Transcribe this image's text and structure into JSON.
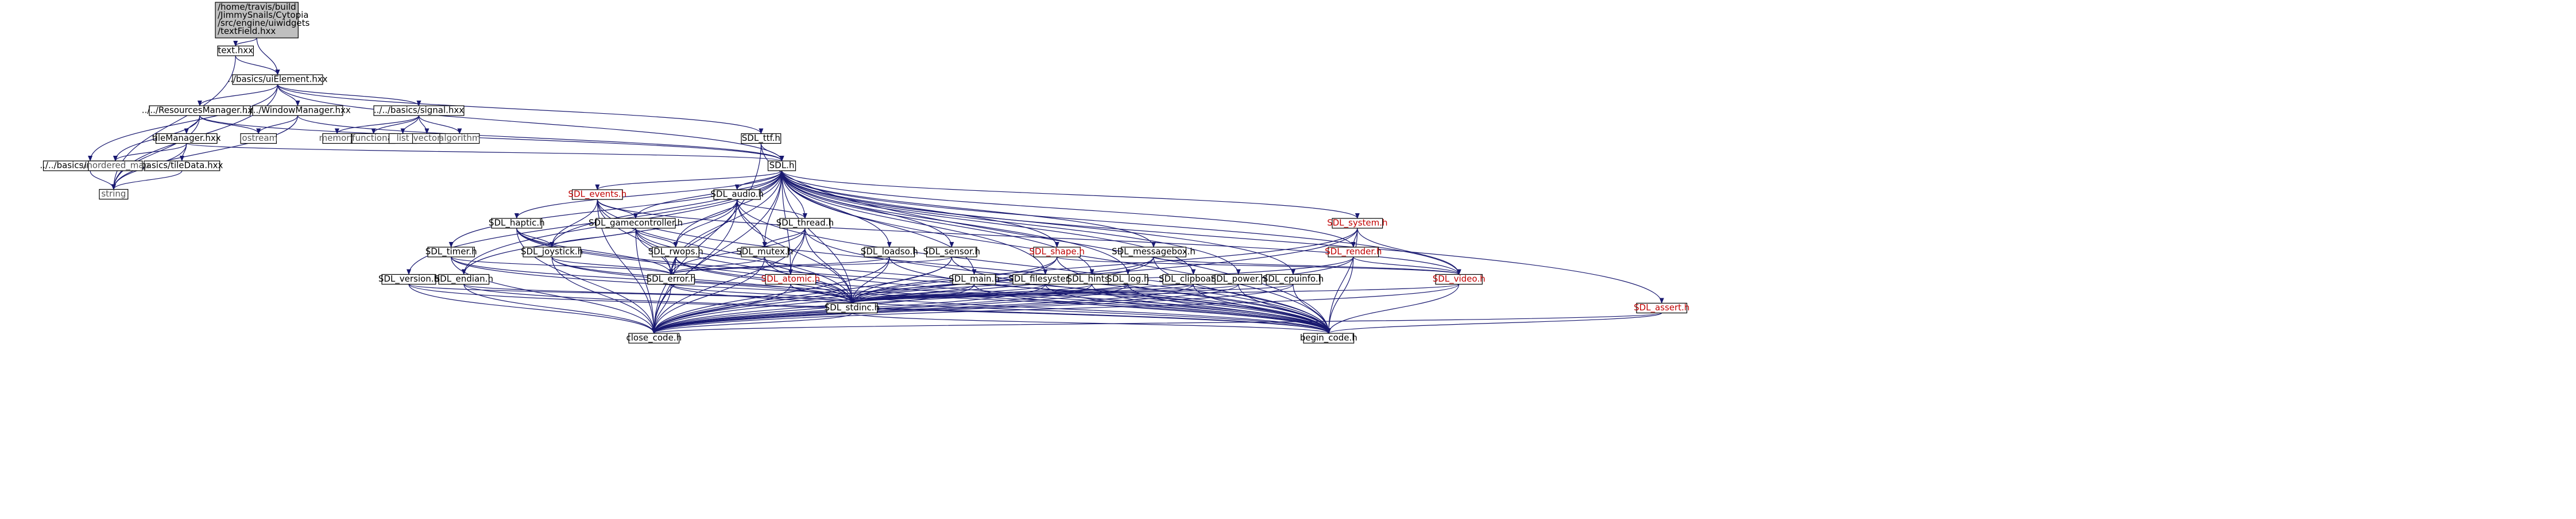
{
  "colors": {
    "edge": "#191970",
    "node_border": "#000000",
    "node_border_missing": "#c0c0c0",
    "root_fill": "#bfbfbf",
    "red_text": "#c00000",
    "ext_text": "#888888"
  },
  "nodes": {
    "root": {
      "lines": [
        "/home/travis/build",
        "/JimmySnails/Cytopia",
        "/src/engine/uiwidgets",
        "/textField.hxx"
      ],
      "fill": "#bfbfbf"
    },
    "text_hxx": {
      "lines": [
        "text.hxx"
      ]
    },
    "uielement": {
      "lines": [
        "../basics/uiElement.hxx"
      ]
    },
    "resmgr": {
      "lines": [
        "../../ResourcesManager.hxx"
      ]
    },
    "windowmgr": {
      "lines": [
        "../../WindowManager.hxx"
      ]
    },
    "signal": {
      "lines": [
        "../../basics/signal.hxx"
      ]
    },
    "sdl_ttf": {
      "lines": [
        "SDL_ttf.h"
      ]
    },
    "mapedit": {
      "lines": [
        "../../basics/mapEdit.hxx"
      ]
    },
    "tilemgr": {
      "lines": [
        "tileManager.hxx"
      ]
    },
    "tiledata": {
      "lines": [
        "basics/tileData.hxx"
      ]
    },
    "unordered_map": {
      "lines": [
        "unordered_map"
      ],
      "ext": true
    },
    "iostream": {
      "lines": [
        "iostream"
      ],
      "ext": true
    },
    "memory": {
      "lines": [
        "memory"
      ],
      "ext": true
    },
    "functional": {
      "lines": [
        "functional"
      ],
      "ext": true
    },
    "list": {
      "lines": [
        "list"
      ],
      "ext": true
    },
    "vector": {
      "lines": [
        "vector"
      ],
      "ext": true
    },
    "algorithm": {
      "lines": [
        "algorithm"
      ],
      "ext": true
    },
    "string": {
      "lines": [
        "string"
      ],
      "ext": true
    },
    "sdl_h": {
      "lines": [
        "SDL.h"
      ]
    },
    "sdl_events": {
      "lines": [
        "SDL_events.h"
      ],
      "red": true
    },
    "sdl_audio": {
      "lines": [
        "SDL_audio.h"
      ]
    },
    "sdl_haptic": {
      "lines": [
        "SDL_haptic.h"
      ]
    },
    "sdl_gamecontroller": {
      "lines": [
        "SDL_gamecontroller.h"
      ]
    },
    "sdl_thread": {
      "lines": [
        "SDL_thread.h"
      ]
    },
    "sdl_system": {
      "lines": [
        "SDL_system.h"
      ],
      "red": true
    },
    "sdl_timer": {
      "lines": [
        "SDL_timer.h"
      ]
    },
    "sdl_joystick": {
      "lines": [
        "SDL_joystick.h"
      ]
    },
    "sdl_rwops": {
      "lines": [
        "SDL_rwops.h"
      ]
    },
    "sdl_mutex": {
      "lines": [
        "SDL_mutex.h"
      ]
    },
    "sdl_loadso": {
      "lines": [
        "SDL_loadso.h"
      ]
    },
    "sdl_sensor": {
      "lines": [
        "SDL_sensor.h"
      ]
    },
    "sdl_shape": {
      "lines": [
        "SDL_shape.h"
      ],
      "red": true
    },
    "sdl_messagebox": {
      "lines": [
        "SDL_messagebox.h"
      ]
    },
    "sdl_render": {
      "lines": [
        "SDL_render.h"
      ],
      "red": true
    },
    "sdl_version": {
      "lines": [
        "SDL_version.h"
      ]
    },
    "sdl_endian": {
      "lines": [
        "SDL_endian.h"
      ]
    },
    "sdl_error": {
      "lines": [
        "SDL_error.h"
      ]
    },
    "sdl_atomic": {
      "lines": [
        "SDL_atomic.h"
      ],
      "red": true
    },
    "sdl_main": {
      "lines": [
        "SDL_main.h"
      ]
    },
    "sdl_filesystem": {
      "lines": [
        "SDL_filesystem.h"
      ]
    },
    "sdl_hints": {
      "lines": [
        "SDL_hints.h"
      ]
    },
    "sdl_log": {
      "lines": [
        "SDL_log.h"
      ]
    },
    "sdl_clipboard": {
      "lines": [
        "SDL_clipboard.h"
      ]
    },
    "sdl_power": {
      "lines": [
        "SDL_power.h"
      ]
    },
    "sdl_cpuinfo": {
      "lines": [
        "SDL_cpuinfo.h"
      ]
    },
    "sdl_video": {
      "lines": [
        "SDL_video.h"
      ],
      "red": true
    },
    "sdl_stdinc": {
      "lines": [
        "SDL_stdinc.h"
      ]
    },
    "sdl_assert": {
      "lines": [
        "SDL_assert.h"
      ],
      "red": true
    },
    "close_code": {
      "lines": [
        "close_code.h"
      ]
    },
    "begin_code": {
      "lines": [
        "begin_code.h"
      ]
    }
  },
  "edges": [
    [
      "root",
      "text_hxx"
    ],
    [
      "root",
      "uielement"
    ],
    [
      "text_hxx",
      "uielement"
    ],
    [
      "text_hxx",
      "string"
    ],
    [
      "uielement",
      "resmgr"
    ],
    [
      "uielement",
      "windowmgr"
    ],
    [
      "uielement",
      "signal"
    ],
    [
      "uielement",
      "sdl_ttf"
    ],
    [
      "uielement",
      "mapedit"
    ],
    [
      "uielement",
      "sdl_h"
    ],
    [
      "uielement",
      "string"
    ],
    [
      "resmgr",
      "unordered_map"
    ],
    [
      "resmgr",
      "iostream"
    ],
    [
      "resmgr",
      "tilemgr"
    ],
    [
      "resmgr",
      "sdl_h"
    ],
    [
      "resmgr",
      "string"
    ],
    [
      "windowmgr",
      "iostream"
    ],
    [
      "windowmgr",
      "sdl_h"
    ],
    [
      "windowmgr",
      "string"
    ],
    [
      "signal",
      "memory"
    ],
    [
      "signal",
      "functional"
    ],
    [
      "signal",
      "list"
    ],
    [
      "signal",
      "vector"
    ],
    [
      "signal",
      "algorithm"
    ],
    [
      "sdl_ttf",
      "sdl_h"
    ],
    [
      "sdl_ttf",
      "begin_code"
    ],
    [
      "sdl_ttf",
      "close_code"
    ],
    [
      "mapedit",
      "string"
    ],
    [
      "tilemgr",
      "unordered_map"
    ],
    [
      "tilemgr",
      "tiledata"
    ],
    [
      "tilemgr",
      "string"
    ],
    [
      "tilemgr",
      "sdl_h"
    ],
    [
      "tiledata",
      "string"
    ],
    [
      "sdl_h",
      "sdl_events"
    ],
    [
      "sdl_h",
      "sdl_audio"
    ],
    [
      "sdl_h",
      "sdl_haptic"
    ],
    [
      "sdl_h",
      "sdl_gamecontroller"
    ],
    [
      "sdl_h",
      "sdl_thread"
    ],
    [
      "sdl_h",
      "sdl_system"
    ],
    [
      "sdl_h",
      "sdl_timer"
    ],
    [
      "sdl_h",
      "sdl_joystick"
    ],
    [
      "sdl_h",
      "sdl_rwops"
    ],
    [
      "sdl_h",
      "sdl_mutex"
    ],
    [
      "sdl_h",
      "sdl_loadso"
    ],
    [
      "sdl_h",
      "sdl_sensor"
    ],
    [
      "sdl_h",
      "sdl_shape"
    ],
    [
      "sdl_h",
      "sdl_messagebox"
    ],
    [
      "sdl_h",
      "sdl_render"
    ],
    [
      "sdl_h",
      "sdl_version"
    ],
    [
      "sdl_h",
      "sdl_endian"
    ],
    [
      "sdl_h",
      "sdl_error"
    ],
    [
      "sdl_h",
      "sdl_atomic"
    ],
    [
      "sdl_h",
      "sdl_main"
    ],
    [
      "sdl_h",
      "sdl_filesystem"
    ],
    [
      "sdl_h",
      "sdl_hints"
    ],
    [
      "sdl_h",
      "sdl_log"
    ],
    [
      "sdl_h",
      "sdl_clipboard"
    ],
    [
      "sdl_h",
      "sdl_power"
    ],
    [
      "sdl_h",
      "sdl_cpuinfo"
    ],
    [
      "sdl_h",
      "sdl_video"
    ],
    [
      "sdl_h",
      "sdl_stdinc"
    ],
    [
      "sdl_h",
      "sdl_assert"
    ],
    [
      "sdl_h",
      "close_code"
    ],
    [
      "sdl_h",
      "begin_code"
    ],
    [
      "sdl_events",
      "sdl_gamecontroller"
    ],
    [
      "sdl_events",
      "sdl_joystick"
    ],
    [
      "sdl_events",
      "sdl_error"
    ],
    [
      "sdl_events",
      "sdl_stdinc"
    ],
    [
      "sdl_events",
      "sdl_video"
    ],
    [
      "sdl_events",
      "close_code"
    ],
    [
      "sdl_events",
      "begin_code"
    ],
    [
      "sdl_audio",
      "sdl_thread"
    ],
    [
      "sdl_audio",
      "sdl_rwops"
    ],
    [
      "sdl_audio",
      "sdl_mutex"
    ],
    [
      "sdl_audio",
      "sdl_error"
    ],
    [
      "sdl_audio",
      "sdl_endian"
    ],
    [
      "sdl_audio",
      "sdl_stdinc"
    ],
    [
      "sdl_audio",
      "close_code"
    ],
    [
      "sdl_audio",
      "begin_code"
    ],
    [
      "sdl_haptic",
      "sdl_joystick"
    ],
    [
      "sdl_haptic",
      "sdl_stdinc"
    ],
    [
      "sdl_haptic",
      "sdl_error"
    ],
    [
      "sdl_haptic",
      "close_code"
    ],
    [
      "sdl_haptic",
      "begin_code"
    ],
    [
      "sdl_gamecontroller",
      "sdl_joystick"
    ],
    [
      "sdl_gamecontroller",
      "sdl_rwops"
    ],
    [
      "sdl_gamecontroller",
      "sdl_error"
    ],
    [
      "sdl_gamecontroller",
      "sdl_stdinc"
    ],
    [
      "sdl_gamecontroller",
      "close_code"
    ],
    [
      "sdl_gamecontroller",
      "begin_code"
    ],
    [
      "sdl_thread",
      "sdl_mutex"
    ],
    [
      "sdl_thread",
      "sdl_atomic"
    ],
    [
      "sdl_thread",
      "sdl_error"
    ],
    [
      "sdl_thread",
      "sdl_stdinc"
    ],
    [
      "sdl_thread",
      "close_code"
    ],
    [
      "sdl_thread",
      "begin_code"
    ],
    [
      "sdl_system",
      "sdl_render"
    ],
    [
      "sdl_system",
      "sdl_video"
    ],
    [
      "sdl_system",
      "sdl_stdinc"
    ],
    [
      "sdl_system",
      "close_code"
    ],
    [
      "sdl_system",
      "begin_code"
    ],
    [
      "sdl_timer",
      "sdl_stdinc"
    ],
    [
      "sdl_timer",
      "sdl_error"
    ],
    [
      "sdl_timer",
      "close_code"
    ],
    [
      "sdl_timer",
      "begin_code"
    ],
    [
      "sdl_joystick",
      "sdl_stdinc"
    ],
    [
      "sdl_joystick",
      "sdl_error"
    ],
    [
      "sdl_joystick",
      "close_code"
    ],
    [
      "sdl_joystick",
      "begin_code"
    ],
    [
      "sdl_rwops",
      "sdl_stdinc"
    ],
    [
      "sdl_rwops",
      "sdl_error"
    ],
    [
      "sdl_rwops",
      "close_code"
    ],
    [
      "sdl_rwops",
      "begin_code"
    ],
    [
      "sdl_mutex",
      "sdl_stdinc"
    ],
    [
      "sdl_mutex",
      "sdl_error"
    ],
    [
      "sdl_mutex",
      "close_code"
    ],
    [
      "sdl_mutex",
      "begin_code"
    ],
    [
      "sdl_loadso",
      "sdl_stdinc"
    ],
    [
      "sdl_loadso",
      "sdl_error"
    ],
    [
      "sdl_loadso",
      "close_code"
    ],
    [
      "sdl_loadso",
      "begin_code"
    ],
    [
      "sdl_sensor",
      "sdl_stdinc"
    ],
    [
      "sdl_sensor",
      "sdl_error"
    ],
    [
      "sdl_sensor",
      "close_code"
    ],
    [
      "sdl_sensor",
      "begin_code"
    ],
    [
      "sdl_shape",
      "sdl_video"
    ],
    [
      "sdl_shape",
      "sdl_stdinc"
    ],
    [
      "sdl_shape",
      "close_code"
    ],
    [
      "sdl_shape",
      "begin_code"
    ],
    [
      "sdl_messagebox",
      "sdl_video"
    ],
    [
      "sdl_messagebox",
      "sdl_stdinc"
    ],
    [
      "sdl_messagebox",
      "close_code"
    ],
    [
      "sdl_messagebox",
      "begin_code"
    ],
    [
      "sdl_render",
      "sdl_video"
    ],
    [
      "sdl_render",
      "sdl_stdinc"
    ],
    [
      "sdl_render",
      "close_code"
    ],
    [
      "sdl_render",
      "begin_code"
    ],
    [
      "sdl_version",
      "sdl_stdinc"
    ],
    [
      "sdl_version",
      "close_code"
    ],
    [
      "sdl_version",
      "begin_code"
    ],
    [
      "sdl_endian",
      "sdl_stdinc"
    ],
    [
      "sdl_endian",
      "close_code"
    ],
    [
      "sdl_endian",
      "begin_code"
    ],
    [
      "sdl_error",
      "sdl_stdinc"
    ],
    [
      "sdl_error",
      "close_code"
    ],
    [
      "sdl_error",
      "begin_code"
    ],
    [
      "sdl_atomic",
      "sdl_stdinc"
    ],
    [
      "sdl_atomic",
      "close_code"
    ],
    [
      "sdl_atomic",
      "begin_code"
    ],
    [
      "sdl_main",
      "sdl_stdinc"
    ],
    [
      "sdl_main",
      "close_code"
    ],
    [
      "sdl_main",
      "begin_code"
    ],
    [
      "sdl_filesystem",
      "sdl_stdinc"
    ],
    [
      "sdl_filesystem",
      "close_code"
    ],
    [
      "sdl_filesystem",
      "begin_code"
    ],
    [
      "sdl_hints",
      "sdl_stdinc"
    ],
    [
      "sdl_hints",
      "close_code"
    ],
    [
      "sdl_hints",
      "begin_code"
    ],
    [
      "sdl_log",
      "sdl_stdinc"
    ],
    [
      "sdl_log",
      "close_code"
    ],
    [
      "sdl_log",
      "begin_code"
    ],
    [
      "sdl_clipboard",
      "sdl_stdinc"
    ],
    [
      "sdl_clipboard",
      "close_code"
    ],
    [
      "sdl_clipboard",
      "begin_code"
    ],
    [
      "sdl_power",
      "sdl_stdinc"
    ],
    [
      "sdl_power",
      "close_code"
    ],
    [
      "sdl_power",
      "begin_code"
    ],
    [
      "sdl_cpuinfo",
      "sdl_stdinc"
    ],
    [
      "sdl_cpuinfo",
      "close_code"
    ],
    [
      "sdl_cpuinfo",
      "begin_code"
    ],
    [
      "sdl_video",
      "sdl_stdinc"
    ],
    [
      "sdl_video",
      "close_code"
    ],
    [
      "sdl_video",
      "begin_code"
    ],
    [
      "sdl_stdinc",
      "close_code"
    ],
    [
      "sdl_stdinc",
      "begin_code"
    ],
    [
      "sdl_assert",
      "close_code"
    ],
    [
      "sdl_assert",
      "begin_code"
    ]
  ]
}
